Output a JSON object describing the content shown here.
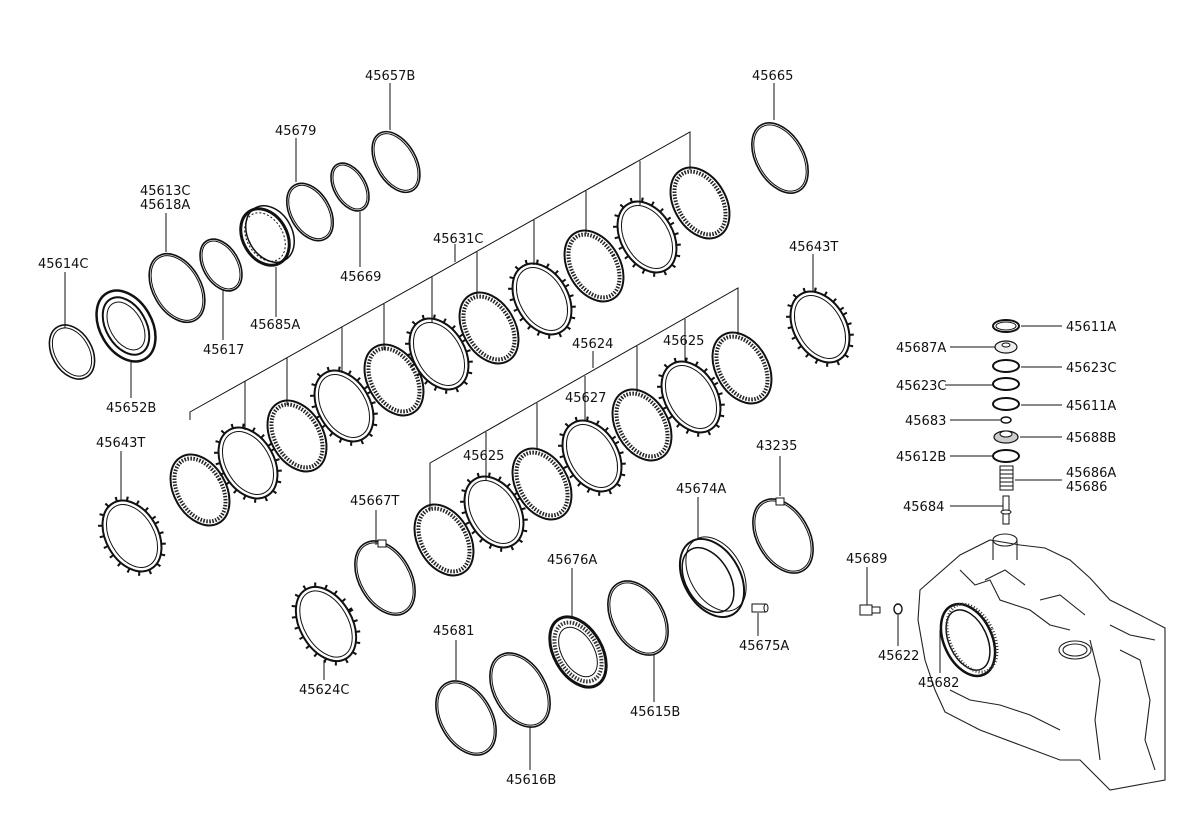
{
  "labels": {
    "p45657B": "45657B",
    "p45665": "45665",
    "p45679": "45679",
    "p45613C": "45613C",
    "p45618A": "45618A",
    "p45614C": "45614C",
    "p45669": "45669",
    "p45631C": "45631C",
    "p45643T_top": "45643T",
    "p45685A": "45685A",
    "p45617": "45617",
    "p45652B": "45652B",
    "p45624": "45624",
    "p45625_top": "45625",
    "p45611A_top": "45611A",
    "p45687A": "45687A",
    "p45623C_right": "45623C",
    "p45623C_left": "45623C",
    "p45611A_bot": "45611A",
    "p45683": "45683",
    "p45688B": "45688B",
    "p45612B": "45612B",
    "p45686A": "45686A",
    "p45686": "45686",
    "p45684": "45684",
    "p45627": "45627",
    "p45643T_left": "45643T",
    "p43235": "43235",
    "p45625_bot": "45625",
    "p45674A": "45674A",
    "p45667T": "45667T",
    "p45676A": "45676A",
    "p45689": "45689",
    "p45675A": "45675A",
    "p45681": "45681",
    "p45622": "45622",
    "p45682": "45682",
    "p45624C": "45624C",
    "p45615B": "45615B",
    "p45616B": "45616B"
  }
}
